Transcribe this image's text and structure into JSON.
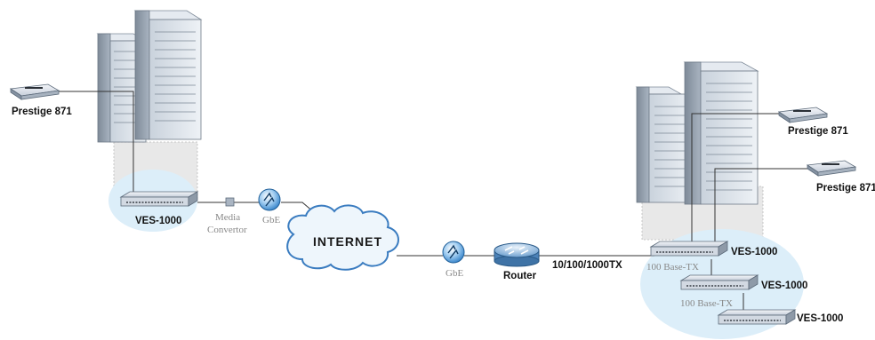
{
  "labels": {
    "prestige_left": "Prestige 871",
    "ves_left": "VES-1000",
    "media_convertor_1": "Media",
    "media_convertor_2": "Convertor",
    "gbe_left": "GbE",
    "internet": "INTERNET",
    "gbe_right": "GbE",
    "router": "Router",
    "speed_link": "10/100/1000TX",
    "prestige_right_1": "Prestige 871",
    "prestige_right_2": "Prestige 871",
    "ves_right_1": "VES-1000",
    "base_tx_1": "100 Base-TX",
    "ves_right_2": "VES-1000",
    "base_tx_2": "100 Base-TX",
    "ves_right_3": "VES-1000"
  },
  "colors": {
    "line": "#333333",
    "shadow": "#e6e6e6",
    "highlight": "#dceef9",
    "server_light": "#d9e1ea",
    "server_dark": "#8c9aab"
  }
}
